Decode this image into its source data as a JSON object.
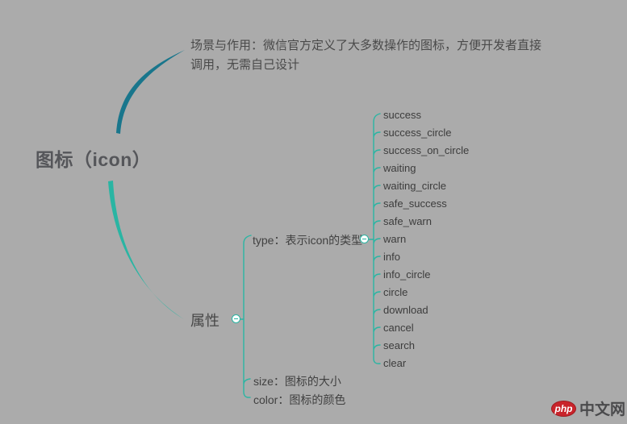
{
  "background_color": "#ABABAB",
  "colors": {
    "main_branch": "#19768C",
    "sub_branch": "#2AB5A3",
    "node_text": "#414141",
    "root_text": "#55565A",
    "logo_red": "#C9242B"
  },
  "root": {
    "label": "图标（icon）"
  },
  "scene_note": {
    "lines": [
      "场景与作用：微信官方定义了大多数操作的图标，方便开发者直接",
      "调用，无需自己设计"
    ]
  },
  "attribute_node": {
    "label": "属性"
  },
  "type_branch": {
    "label": "type：表示icon的类型",
    "items": [
      "success",
      "success_circle",
      "success_on_circle",
      "waiting",
      "waiting_circle",
      "safe_success",
      "safe_warn",
      "warn",
      "info",
      "info_circle",
      "circle",
      "download",
      "cancel",
      "search",
      "clear"
    ]
  },
  "size_node": {
    "label": "size：图标的大小"
  },
  "color_node": {
    "label": "color：图标的颜色"
  },
  "watermark": {
    "logo_text": "php",
    "site_text": "中文网"
  }
}
